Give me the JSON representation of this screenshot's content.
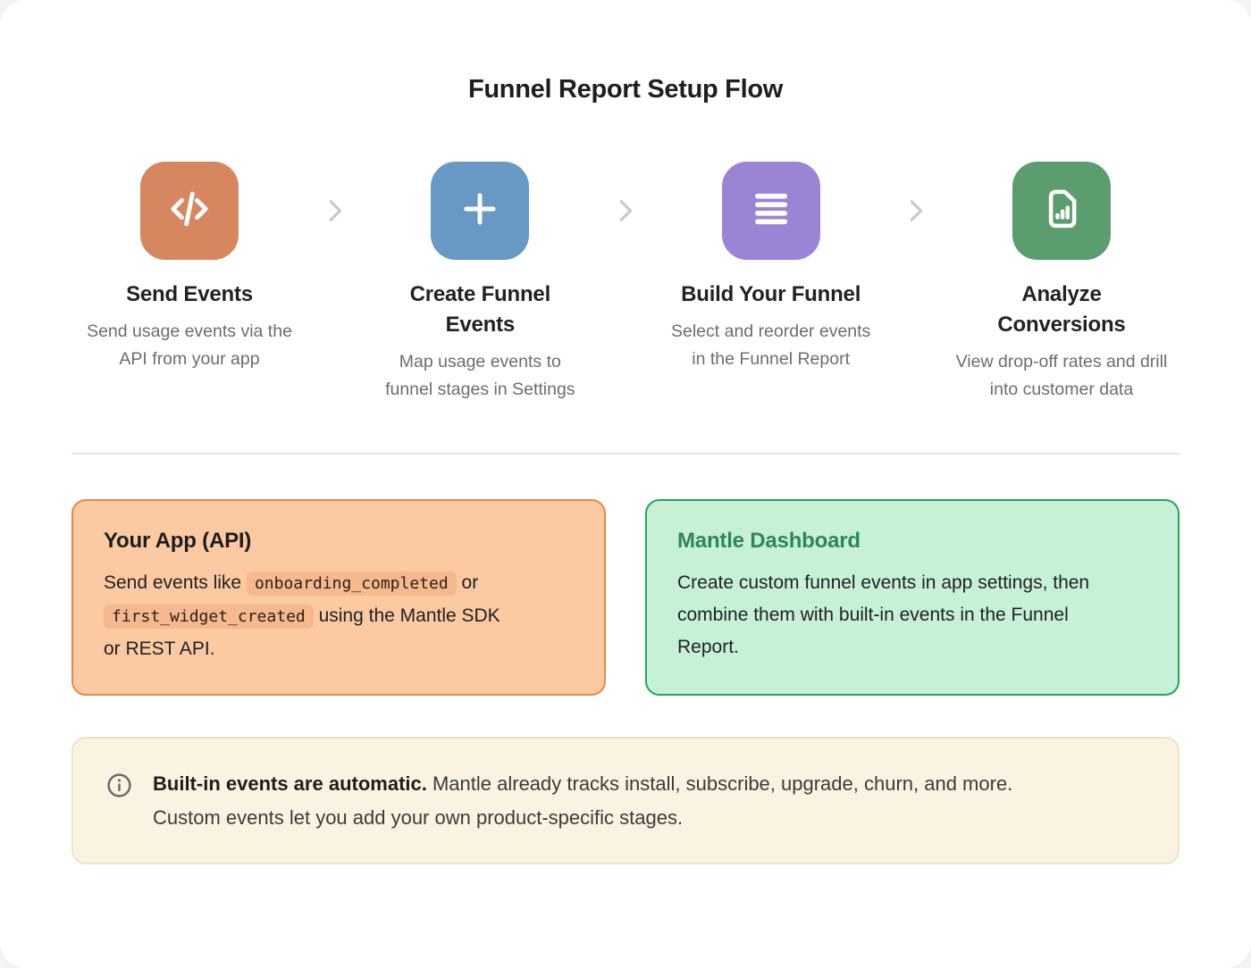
{
  "title": "Funnel Report Setup Flow",
  "steps": [
    {
      "title": "Send Events",
      "description": "Send usage events via the API from your app",
      "icon": "code-icon",
      "color": "#d6875f"
    },
    {
      "title": "Create Funnel Events",
      "description": "Map usage events to funnel stages in Settings",
      "icon": "plus-icon",
      "color": "#6899c4"
    },
    {
      "title": "Build Your Funnel",
      "description": "Select and reorder events in the Funnel Report",
      "icon": "list-icon",
      "color": "#9b84d6"
    },
    {
      "title": "Analyze Conversions",
      "description": "View drop-off rates and drill into customer data",
      "icon": "report-document-icon",
      "color": "#5c9d6f"
    }
  ],
  "cards": {
    "api": {
      "title": "Your App (API)",
      "text_before_code1": "Send events like ",
      "code1": "onboarding_completed",
      "text_between": " or ",
      "code2": "first_widget_created",
      "text_after_code2": " using the Mantle SDK or REST API."
    },
    "dashboard": {
      "title": "Mantle Dashboard",
      "body": "Create custom funnel events in app settings, then combine them with built-in events in the Funnel Report."
    }
  },
  "callout": {
    "bold": "Built-in events are automatic.",
    "text": " Mantle already tracks install, subscribe, upgrade, churn, and more. Custom events let you add your own product-specific stages."
  },
  "colors": {
    "step_send_events": "#d6875f",
    "step_create_funnel_events": "#6899c4",
    "step_build_your_funnel": "#9b84d6",
    "step_analyze_conversions": "#5c9d6f",
    "api_card_bg": "#fbc9a2",
    "api_card_border": "#e5874e",
    "api_code_chip_bg": "#f4b98e",
    "dashboard_card_bg": "#c6f1d6",
    "dashboard_card_border": "#28a35c",
    "dashboard_title": "#2f8757",
    "callout_bg": "#fbf3e2",
    "callout_border": "#f0e2c9",
    "chevron": "#c9c9c9"
  }
}
